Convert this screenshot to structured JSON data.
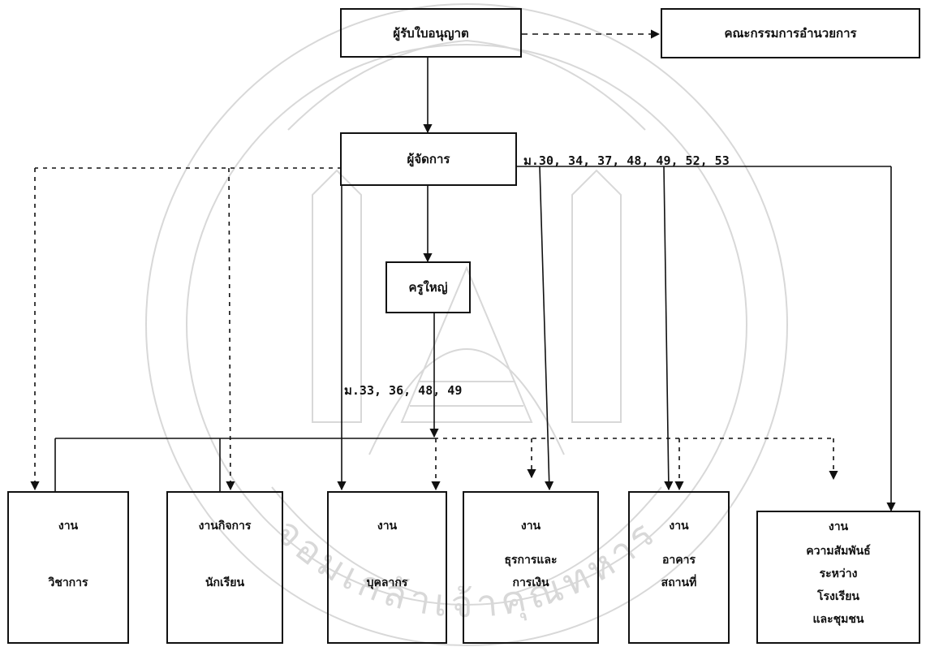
{
  "licensee": "ผู้รับใบอนุญาต",
  "board": "คณะกรรมการอำนวยการ",
  "manager": "ผู้จัดการ",
  "principal": "ครูใหญ่",
  "manager_sections_label": "ม.30, 34, 37, 48, 49, 52, 53",
  "principal_sections_label": "ม.33, 36, 48, 49",
  "units": [
    {
      "lines": [
        "งาน",
        "วิชาการ"
      ]
    },
    {
      "lines": [
        "งานกิจการ",
        "นักเรียน"
      ]
    },
    {
      "lines": [
        "งาน",
        "บุคลากร"
      ]
    },
    {
      "lines": [
        "งาน",
        "ธุรการและ",
        "การเงิน"
      ]
    },
    {
      "lines": [
        "งาน",
        "อาคาร",
        "สถานที่"
      ]
    },
    {
      "lines": [
        "งาน",
        "ความสัมพันธ์",
        "ระหว่าง",
        "โรงเรียน",
        "และชุมชน"
      ]
    }
  ],
  "watermark_text": "จอมเกล้าเจ้าคุณทหาร",
  "colors": {
    "line": "#111111",
    "watermark": "#9a9a9a"
  }
}
